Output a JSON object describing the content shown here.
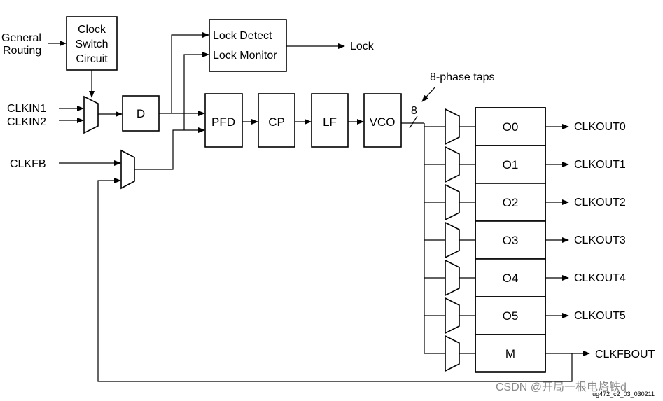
{
  "inputs": {
    "general_routing": [
      "General",
      "Routing"
    ],
    "clkin1": "CLKIN1",
    "clkin2": "CLKIN2",
    "clkfb": "CLKFB"
  },
  "blocks": {
    "clock_switch": [
      "Clock",
      "Switch",
      "Circuit"
    ],
    "divider": "D",
    "pfd": "PFD",
    "cp": "CP",
    "lf": "LF",
    "vco": "VCO",
    "lock_detect": "Lock Detect",
    "lock_monitor": "Lock Monitor",
    "counters": [
      "O0",
      "O1",
      "O2",
      "O3",
      "O4",
      "O5",
      "M"
    ]
  },
  "outputs": {
    "lock": "Lock",
    "clkouts": [
      "CLKOUT0",
      "CLKOUT1",
      "CLKOUT2",
      "CLKOUT3",
      "CLKOUT4",
      "CLKOUT5"
    ],
    "clkfbout": "CLKFBOUT"
  },
  "annotations": {
    "phase_taps": "8-phase taps",
    "bus_width": "8",
    "figure_id": "ug472_c2_03_030211"
  },
  "watermark": "CSDN @开局一根电烙铁d"
}
